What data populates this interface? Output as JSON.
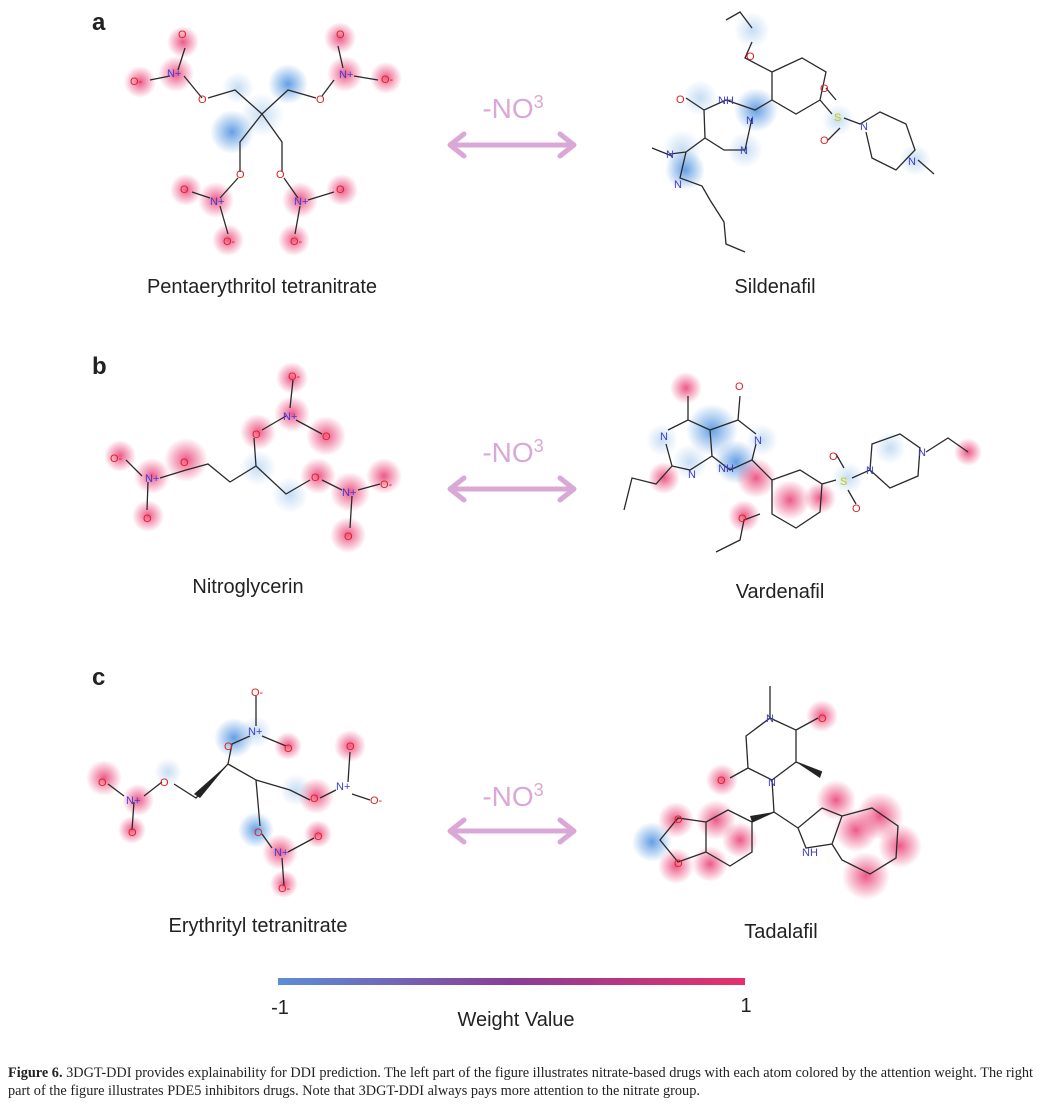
{
  "panels": [
    {
      "letter": "a",
      "left_drug": "Pentaerythritol tetranitrate",
      "right_drug": "Sildenafil",
      "arrow_label": "-NO",
      "arrow_sup": "3"
    },
    {
      "letter": "b",
      "left_drug": "Nitroglycerin",
      "right_drug": "Vardenafil",
      "arrow_label": "-NO",
      "arrow_sup": "3"
    },
    {
      "letter": "c",
      "left_drug": "Erythrityl tetranitrate",
      "right_drug": "Tadalafil",
      "arrow_label": "-NO",
      "arrow_sup": "3"
    }
  ],
  "atom_labels": {
    "o": "O",
    "o_minus": "O-",
    "n_plus": "N+",
    "n": "N",
    "nh": "NH",
    "s": "S"
  },
  "colorbar": {
    "min_label": "-1",
    "max_label": "1",
    "title": "Weight Value",
    "color_low": "#5b8ed6",
    "color_high": "#e8306a"
  },
  "colors": {
    "arrow": "#d9a8d6",
    "nitrogen": "#3c3cd6",
    "oxygen": "#e02020",
    "sulfur": "#c8c800"
  },
  "caption": {
    "label": "Figure 6.",
    "text": "3DGT-DDI provides explainability for DDI prediction. The left part of the figure illustrates nitrate-based drugs with each atom colored by the attention weight. The right part of the figure illustrates PDE5 inhibitors drugs. Note that 3DGT-DDI always pays more attention to the nitrate group."
  }
}
